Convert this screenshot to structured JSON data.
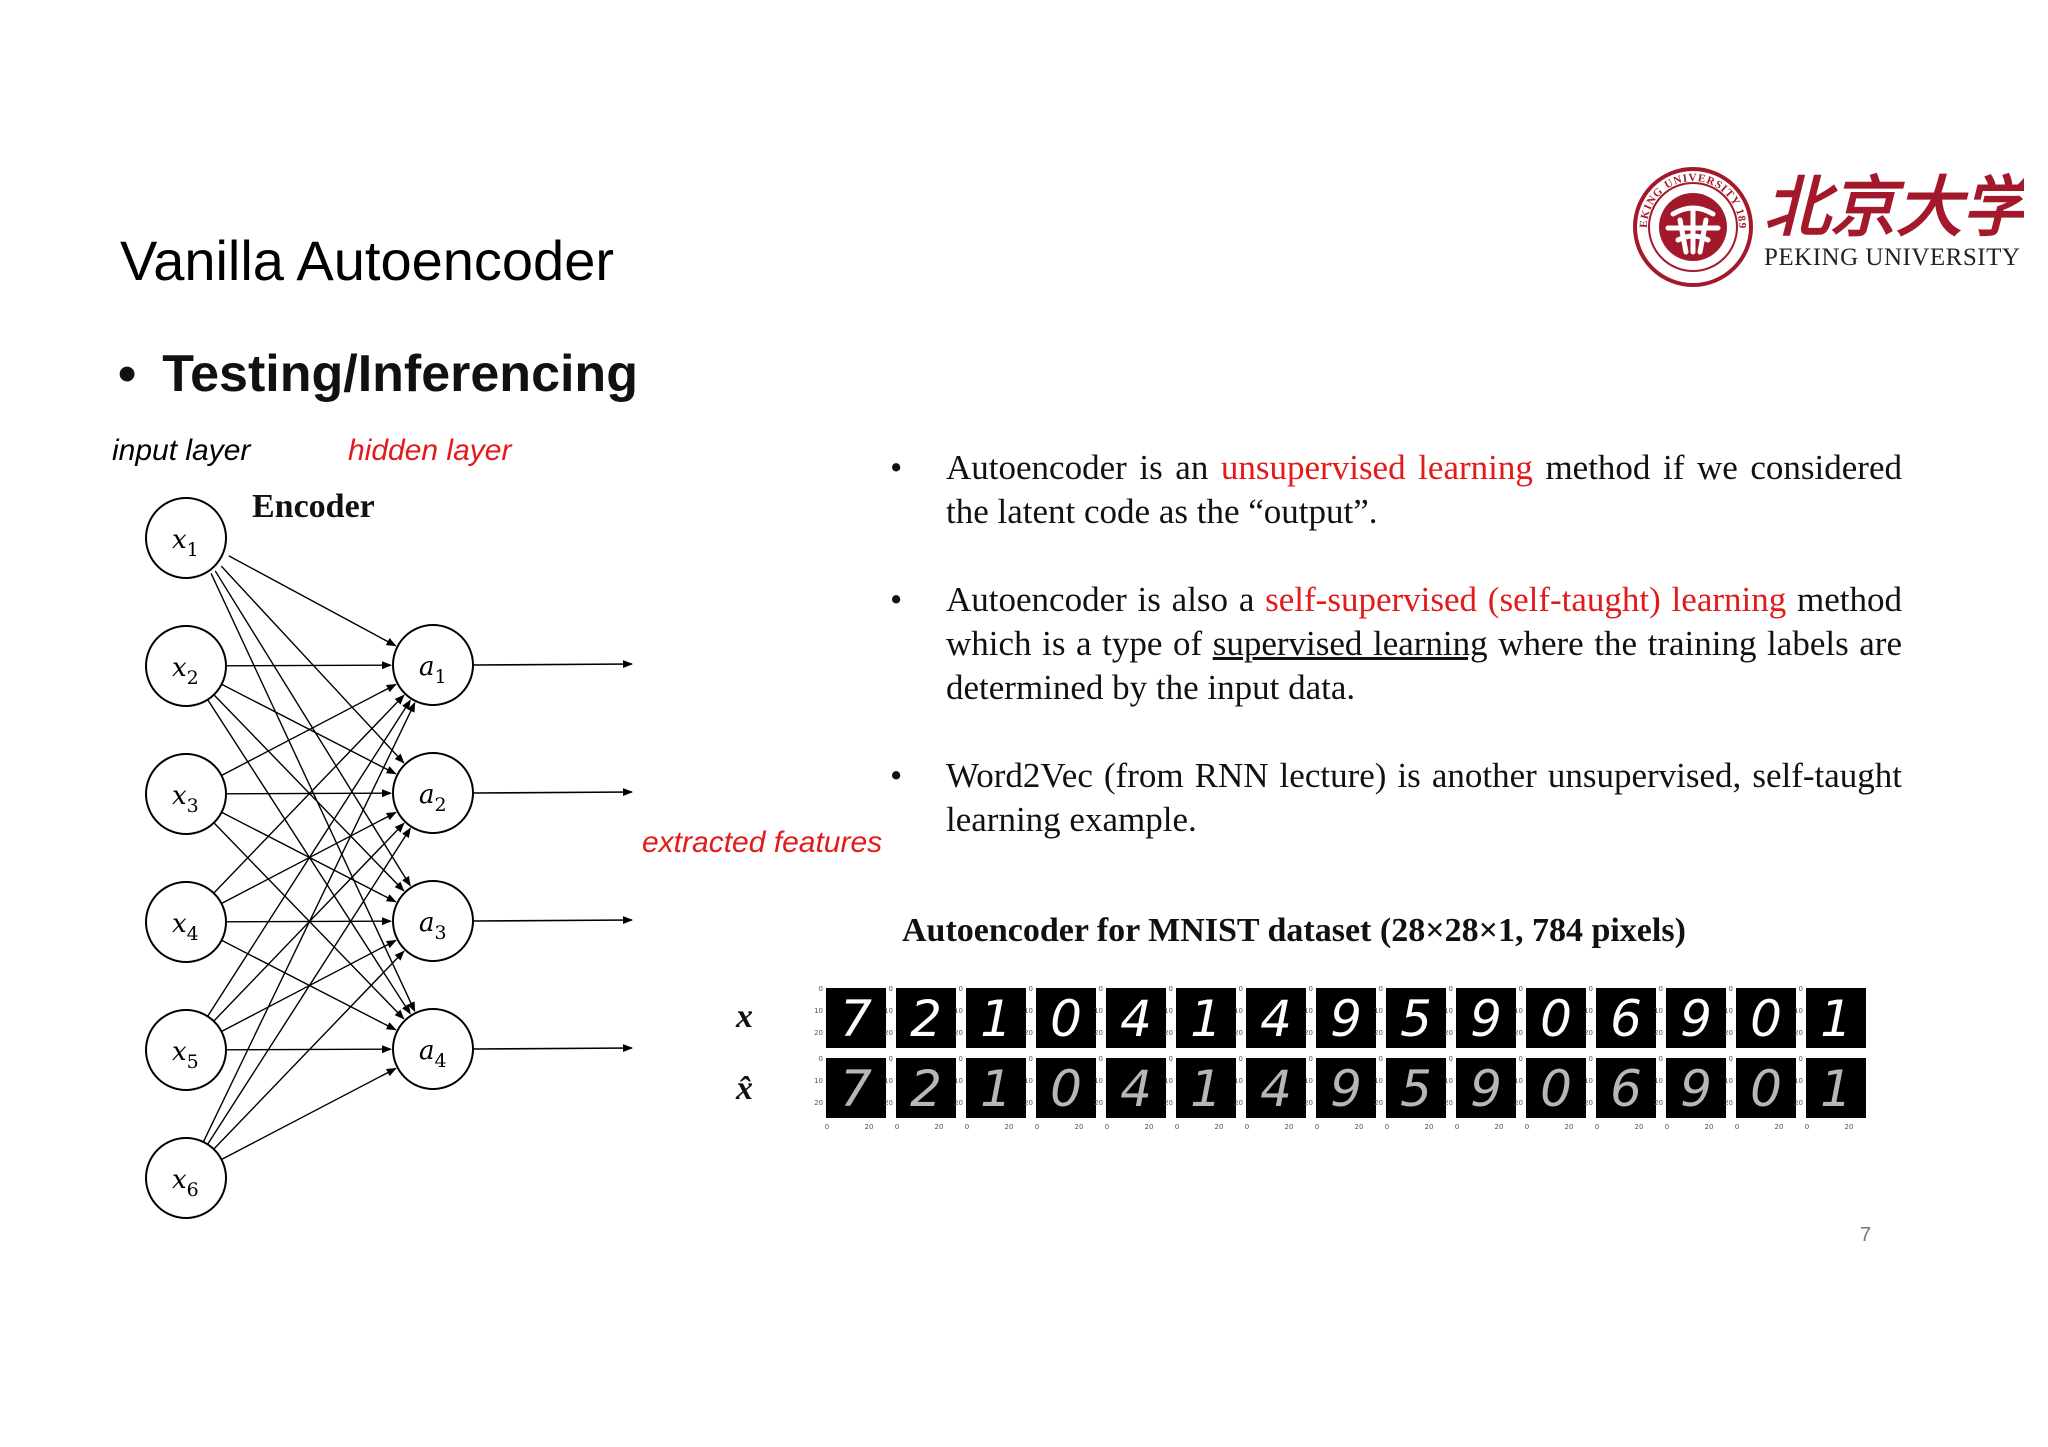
{
  "slide": {
    "title": "Vanilla Autoencoder",
    "section": "Testing/Inferencing",
    "page_number": "7"
  },
  "logo": {
    "text_en": "PEKING UNIVERSITY",
    "seal_text": "PEKING UNIVERSITY 1898",
    "chinese_name": "北京大学",
    "accent_color": "#a3192b"
  },
  "diagram": {
    "input_layer_label": "input layer",
    "hidden_layer_label": "hidden layer",
    "encoder_label": "Encoder",
    "extracted_label": "extracted features",
    "input_nodes": [
      {
        "base": "x",
        "sub": "1"
      },
      {
        "base": "x",
        "sub": "2"
      },
      {
        "base": "x",
        "sub": "3"
      },
      {
        "base": "x",
        "sub": "4"
      },
      {
        "base": "x",
        "sub": "5"
      },
      {
        "base": "x",
        "sub": "6"
      }
    ],
    "hidden_nodes": [
      {
        "base": "a",
        "sub": "1"
      },
      {
        "base": "a",
        "sub": "2"
      },
      {
        "base": "a",
        "sub": "3"
      },
      {
        "base": "a",
        "sub": "4"
      }
    ],
    "highlight_color": "#e31a1a"
  },
  "bullets": [
    {
      "parts": [
        {
          "text": "Autoencoder is an ",
          "style": "normal"
        },
        {
          "text": "unsupervised learning",
          "style": "red"
        },
        {
          "text": " method if we considered the latent code as the “output”.",
          "style": "normal"
        }
      ]
    },
    {
      "parts": [
        {
          "text": "Autoencoder is also a ",
          "style": "normal"
        },
        {
          "text": "self-supervised (self-taught) learning",
          "style": "red"
        },
        {
          "text": " method which is a type of ",
          "style": "normal"
        },
        {
          "text": "supervised learning",
          "style": "underline"
        },
        {
          "text": " where the training labels are determined by the input data.",
          "style": "normal"
        }
      ]
    },
    {
      "parts": [
        {
          "text": "Word2Vec (from RNN lecture) is another unsupervised, self-taught learning example.",
          "style": "normal"
        }
      ]
    }
  ],
  "mnist": {
    "title": "Autoencoder for MNIST dataset (28×28×1, 784 pixels)",
    "row_labels": [
      "x",
      "x̂"
    ],
    "digits": [
      "7",
      "2",
      "1",
      "0",
      "4",
      "1",
      "4",
      "9",
      "5",
      "9",
      "0",
      "6",
      "9",
      "0",
      "1"
    ],
    "y_ticks": [
      "0",
      "10",
      "20"
    ],
    "x_ticks": [
      "0",
      "20"
    ]
  }
}
